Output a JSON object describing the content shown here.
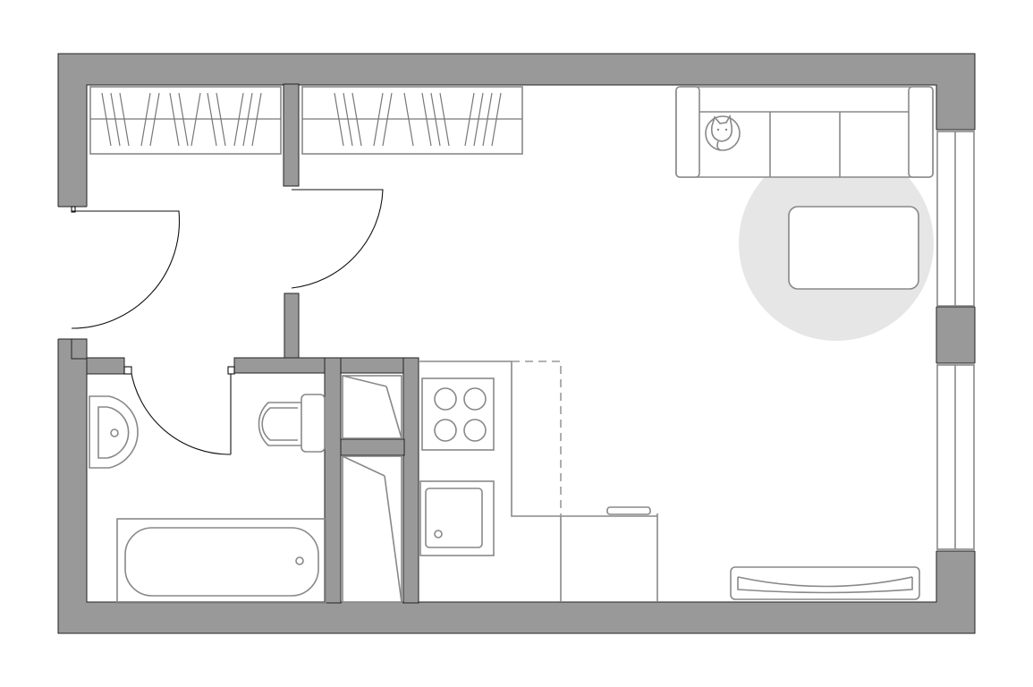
{
  "plan": {
    "colors": {
      "wall": "#999999",
      "wall_outline": "#222222",
      "fixture_line": "#888888",
      "door_line": "#111111",
      "rug": "#e6e6e6",
      "background": "#ffffff"
    },
    "rooms": [
      "hallway",
      "bathroom",
      "toilet",
      "storage",
      "kitchen",
      "living-room"
    ],
    "icons": [
      "wardrobe",
      "sofa",
      "cat",
      "rug",
      "coffee-table",
      "sink",
      "toilet",
      "bathtub",
      "stove",
      "kitchen-sink",
      "counter",
      "tv-stand",
      "window",
      "door"
    ]
  }
}
